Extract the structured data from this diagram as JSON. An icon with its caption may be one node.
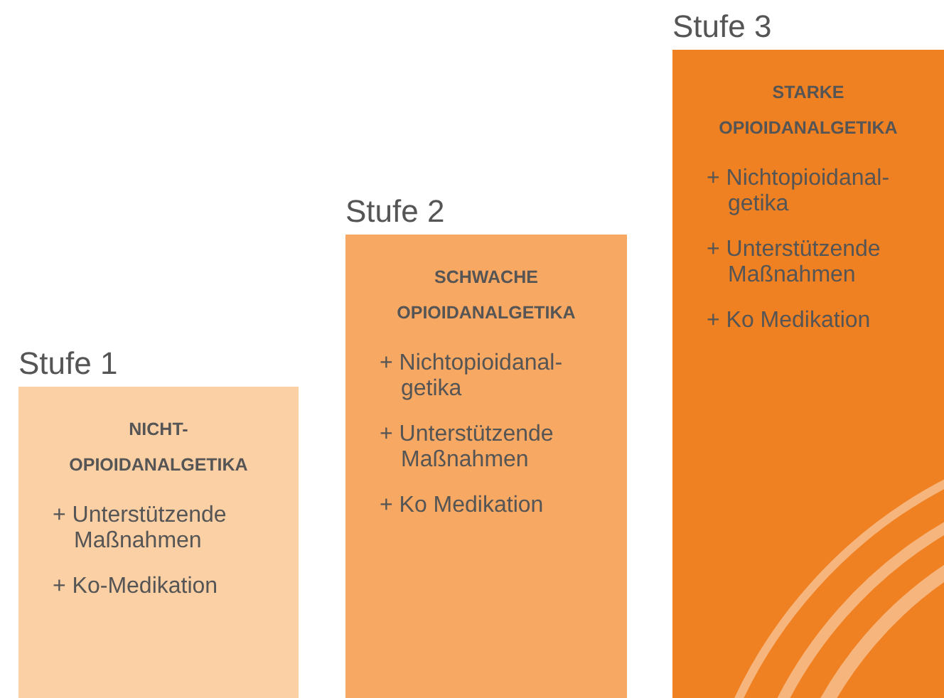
{
  "diagram": {
    "nodes": [
      {
        "text": [
          "Stufe 1",
          "NICHT- OPIOIDANALGETIKA",
          "+ Unterstützende Maßnahmen",
          "+ Ko-Medikation"
        ]
      },
      {
        "text": [
          "Stufe 2",
          "SCHWACHE OPIOIDANALGETIKA",
          "+ Nichtopioidanal- getika",
          "+ Unterstützende Maßnahmen",
          "+ Ko Medikation"
        ]
      },
      {
        "text": [
          "Stufe 3",
          "STARKE OPIOIDANALGETIKA",
          "+ Nichtopioidanal- getika",
          "+ Unterstützende Maßnahmen",
          "+ Ko Medikation"
        ]
      }
    ]
  }
}
